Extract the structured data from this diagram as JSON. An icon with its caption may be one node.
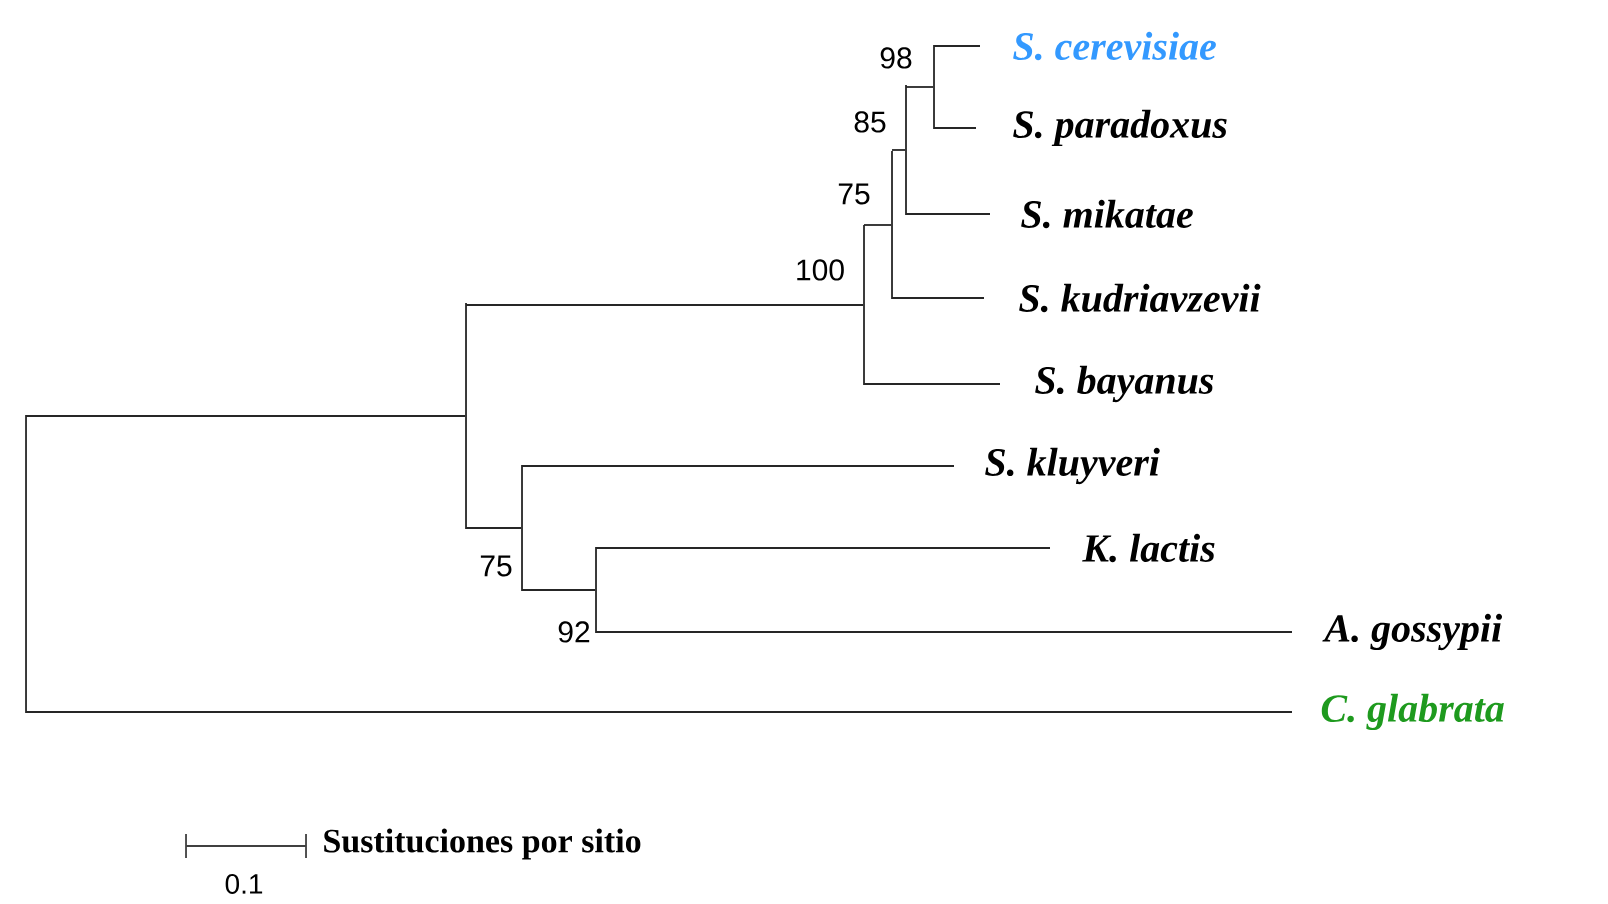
{
  "diagram": {
    "nodes": [
      {
        "text": [
          "S. cerevisiae"
        ]
      },
      {
        "text": [
          "S. paradoxus"
        ]
      },
      {
        "text": [
          "S. mikatae"
        ]
      },
      {
        "text": [
          "S. kudriavzevii"
        ]
      },
      {
        "text": [
          "S. bayanus"
        ]
      },
      {
        "text": [
          "S. kluyveri"
        ]
      },
      {
        "text": [
          "K. lactis"
        ]
      },
      {
        "text": [
          "A. gossypii"
        ]
      },
      {
        "text": [
          "C. glabrata"
        ]
      },
      {
        "text": [],
        "shape": "bar"
      },
      {
        "text": [],
        "shape": "bar"
      },
      {
        "text": [],
        "shape": "bar",
        "beside": [
          "75"
        ]
      },
      {
        "text": [],
        "shape": "bar",
        "beside": [
          "92"
        ]
      },
      {
        "text": [],
        "shape": "bar",
        "beside": [
          "100"
        ]
      },
      {
        "text": [],
        "shape": "bar",
        "beside": [
          "75"
        ]
      },
      {
        "text": [],
        "shape": "bar",
        "beside": [
          "85"
        ]
      },
      {
        "text": [],
        "shape": "bar",
        "beside": [
          "98"
        ]
      }
    ],
    "edges": [
      {
        "from": 9,
        "to": 10,
        "arrow": "none"
      },
      {
        "from": 9,
        "to": 8,
        "arrow": "none"
      },
      {
        "from": 10,
        "to": 13,
        "arrow": "none"
      },
      {
        "from": 10,
        "to": 11,
        "arrow": "none"
      },
      {
        "from": 13,
        "to": 14,
        "arrow": "none"
      },
      {
        "from": 13,
        "to": 4,
        "arrow": "none"
      },
      {
        "from": 14,
        "to": 15,
        "arrow": "none"
      },
      {
        "from": 14,
        "to": 3,
        "arrow": "none"
      },
      {
        "from": 15,
        "to": 16,
        "arrow": "none"
      },
      {
        "from": 15,
        "to": 2,
        "arrow": "none"
      },
      {
        "from": 16,
        "to": 0,
        "arrow": "none"
      },
      {
        "from": 16,
        "to": 1,
        "arrow": "none"
      },
      {
        "from": 11,
        "to": 5,
        "arrow": "none"
      },
      {
        "from": 11,
        "to": 12,
        "arrow": "none"
      },
      {
        "from": 12,
        "to": 6,
        "arrow": "none"
      },
      {
        "from": 12,
        "to": 7,
        "arrow": "none"
      }
    ],
    "labels": [
      "0.1",
      "Sustituciones por sitio"
    ]
  }
}
